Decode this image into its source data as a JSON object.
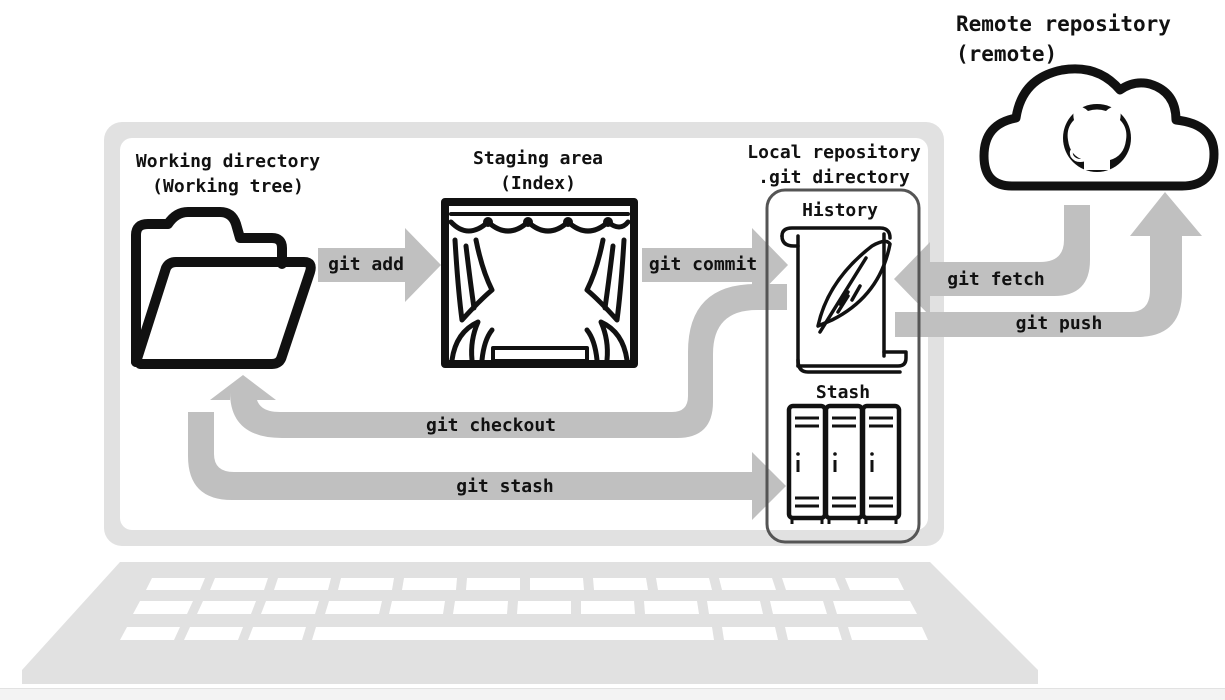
{
  "remote": {
    "title_line1": "Remote repository",
    "title_line2": "(remote)",
    "logo_icon": "github-octocat-icon"
  },
  "working": {
    "title_line1": "Working directory",
    "title_line2": "(Working tree)",
    "icon": "open-folder-icon"
  },
  "staging": {
    "title_line1": "Staging area",
    "title_line2": "(Index)",
    "icon": "stage-curtain-icon"
  },
  "local": {
    "title_line1": "Local repository",
    "title_line2": ".git directory",
    "history_label": "History",
    "stash_label": "Stash",
    "history_icon": "scroll-quill-icon",
    "stash_icon": "lockers-icon"
  },
  "commands": {
    "add": "git add",
    "commit": "git commit",
    "fetch": "git fetch",
    "push": "git push",
    "checkout": "git checkout",
    "stash": "git stash"
  },
  "colors": {
    "arrow": "#c0c0c0",
    "laptop": "#e1e1e1",
    "ink": "#111111",
    "panel_border": "#555555"
  }
}
